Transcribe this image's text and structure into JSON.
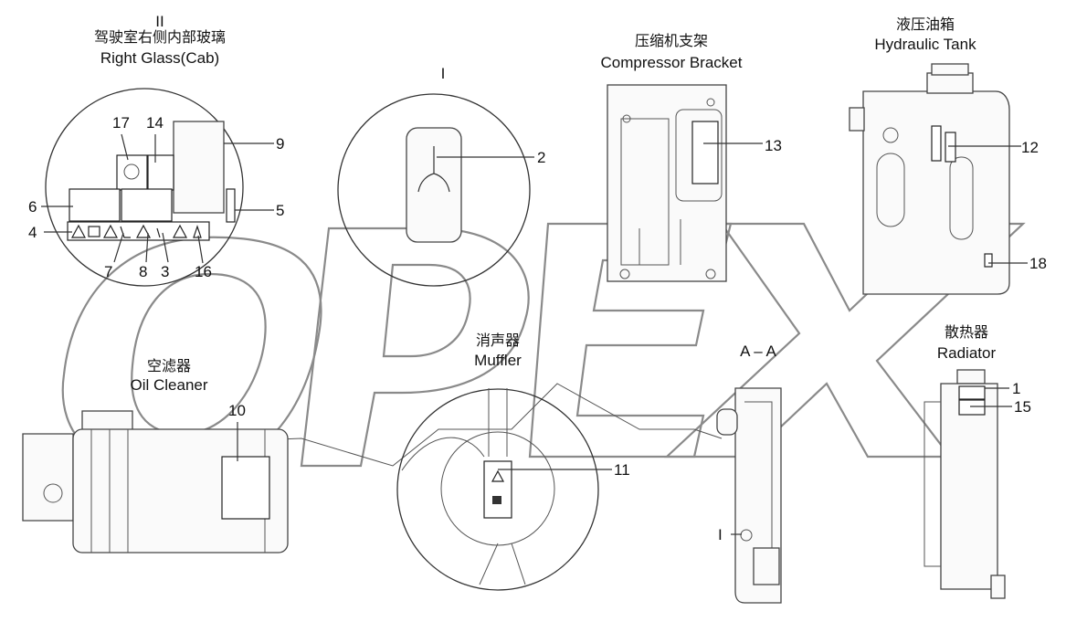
{
  "sections": {
    "right_glass": {
      "roman": "II",
      "title_cn": "驾驶室右侧内部玻璃",
      "title_en": "Right Glass(Cab)"
    },
    "detail_one": {
      "roman": "I"
    },
    "compressor": {
      "title_cn": "压缩机支架",
      "title_en": "Compressor Bracket"
    },
    "hydraulic": {
      "title_cn": "液压油箱",
      "title_en": "Hydraulic Tank"
    },
    "oil_cleaner": {
      "title_cn": "空滤器",
      "title_en": "Oil Cleaner"
    },
    "muffler": {
      "title_cn": "消声器",
      "title_en": "Muffler"
    },
    "section_aa": {
      "label": "A – A",
      "roman": "I"
    },
    "radiator": {
      "title_cn": "散热器",
      "title_en": "Radiator"
    }
  },
  "callouts": {
    "n1": "1",
    "n2": "2",
    "n3": "3",
    "n4": "4",
    "n5": "5",
    "n6": "6",
    "n7": "7",
    "n8": "8",
    "n9": "9",
    "n10": "10",
    "n11": "11",
    "n12": "12",
    "n13": "13",
    "n14": "14",
    "n15": "15",
    "n16": "16",
    "n17": "17",
    "n18": "18"
  },
  "watermark": {
    "text": "OPEX"
  },
  "colors": {
    "line": "#333333",
    "watermark": "#8a8a8a",
    "background": "#ffffff"
  }
}
